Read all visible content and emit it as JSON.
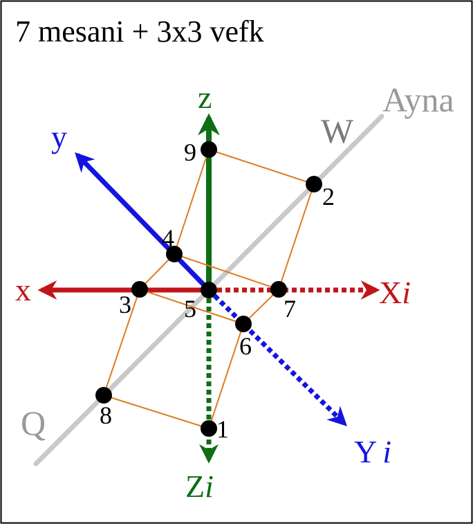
{
  "title": "7 mesani + 3x3 vefk",
  "mirror": {
    "label": "Ayna",
    "end_w": "W",
    "end_q": "Q",
    "color": "#c9c9c9"
  },
  "axes": {
    "x": {
      "label": "x",
      "color": "#c0161a"
    },
    "xi": {
      "label": "X",
      "suffix": "i",
      "color": "#c0161a"
    },
    "y": {
      "label": "y",
      "color": "#1414e0"
    },
    "yi": {
      "label": "Y",
      "suffix": "i",
      "color": "#1414e0"
    },
    "z": {
      "label": "z",
      "color": "#0f6e14"
    },
    "zi": {
      "label": "Z",
      "suffix": "i",
      "color": "#0f6e14"
    }
  },
  "points": [
    "1",
    "2",
    "3",
    "4",
    "5",
    "6",
    "7",
    "8",
    "9"
  ],
  "colors": {
    "edge": "#e07b20",
    "point": "#000000",
    "border": "#000000"
  }
}
